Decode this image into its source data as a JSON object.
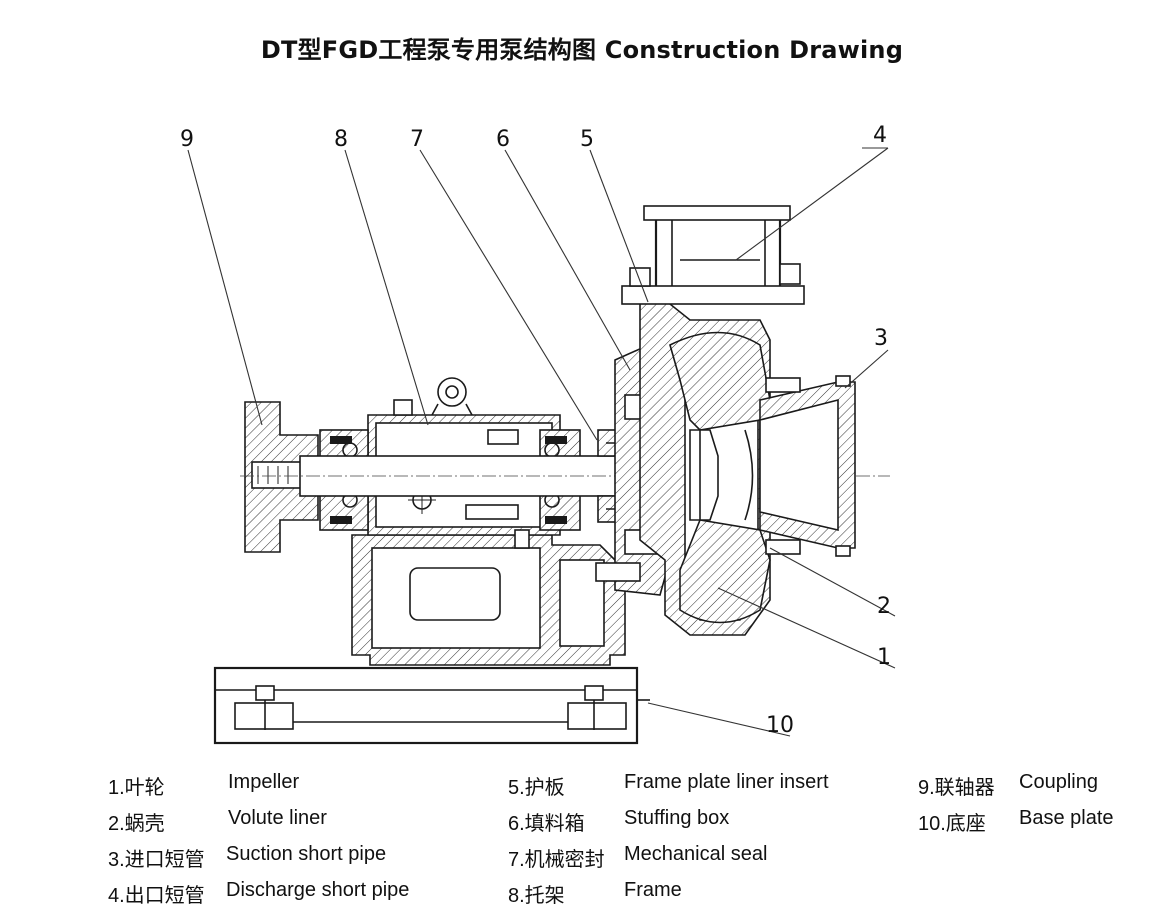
{
  "title": "DT型FGD工程泵专用泵结构图  Construction Drawing",
  "callouts": {
    "n1": "1",
    "n2": "2",
    "n3": "3",
    "n4": "4",
    "n5": "5",
    "n6": "6",
    "n7": "7",
    "n8": "8",
    "n9": "9",
    "n10": "10"
  },
  "legend": [
    {
      "num": "1.叶轮",
      "en": "Impeller"
    },
    {
      "num": "2.蜗壳",
      "en": "Volute liner"
    },
    {
      "num": "3.进口短管",
      "en": "Suction short pipe"
    },
    {
      "num": "4.出口短管",
      "en": "Discharge short pipe"
    },
    {
      "num": "5.护板",
      "en": "Frame plate liner insert"
    },
    {
      "num": "6.填料箱",
      "en": "Stuffing box"
    },
    {
      "num": "7.机械密封",
      "en": "Mechanical seal"
    },
    {
      "num": "8.托架",
      "en": "Frame"
    },
    {
      "num": "9.联轴器",
      "en": "Coupling"
    },
    {
      "num": "10.底座",
      "en": "Base plate"
    }
  ]
}
